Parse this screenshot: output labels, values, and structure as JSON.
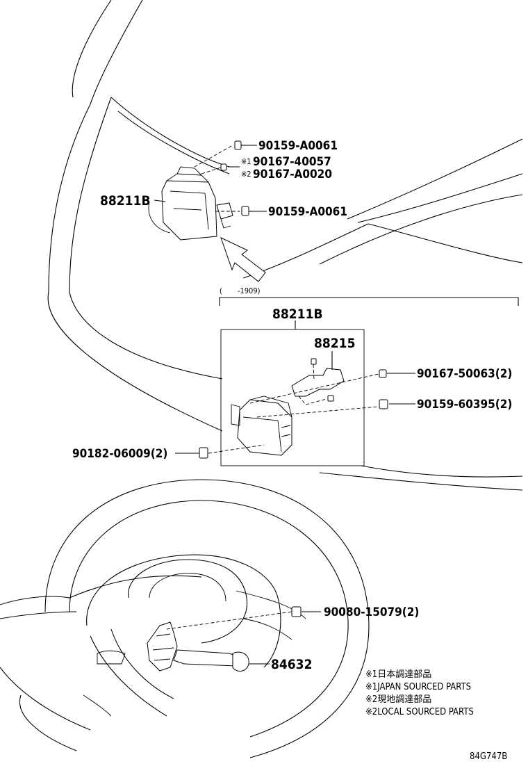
{
  "callouts": {
    "bolt_upper": "90159-A0061",
    "clip_note1_mark": "※1",
    "clip_note1_part": "90167-40057",
    "clip_note2_mark": "※2",
    "clip_note2_part": "90167-A0020",
    "unit_main": "88211B",
    "bolt_lower": "90159-A0061",
    "date_range": "(　　-1909)",
    "unit_detail": "88211B",
    "bracket": "88215",
    "clip_detail": "90167-50063(2)",
    "bolt_detail": "90159-60395(2)",
    "nut_detail": "90182-06009(2)",
    "screw_column": "90080-15079(2)",
    "switch": "84632"
  },
  "notes": [
    "※1日本調達部品",
    "※1JAPAN SOURCED PARTS",
    "※2現地調達部品",
    "※2LOCAL SOURCED PARTS"
  ],
  "figure_id": "84G747B",
  "icons": [
    "arrow-icon",
    "bolt-icon",
    "clip-icon",
    "nut-icon"
  ]
}
